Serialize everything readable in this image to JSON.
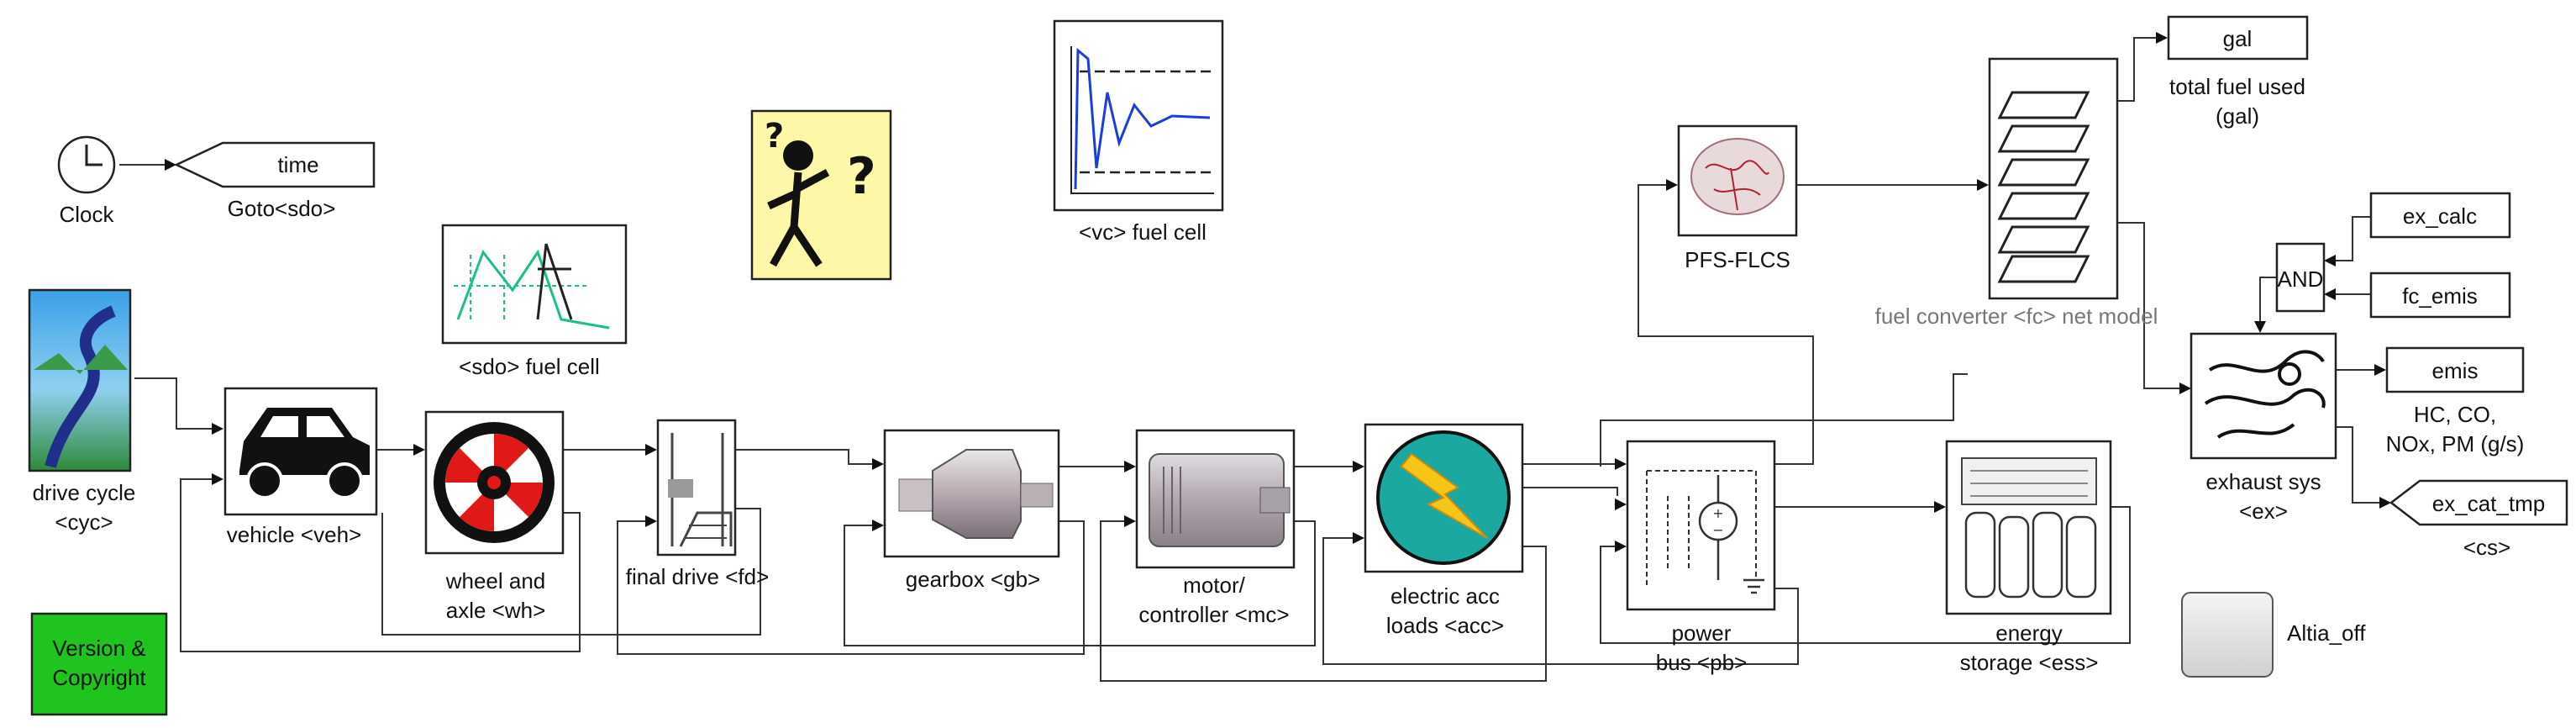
{
  "labels": {
    "clock": "Clock",
    "goto_tag": "time",
    "goto_name": "Goto<sdo>",
    "sdo_fuel_cell": "<sdo> fuel cell",
    "vc_fuel_cell": "<vc> fuel cell",
    "drive_cycle_1": "drive cycle",
    "drive_cycle_2": "<cyc>",
    "vehicle": "vehicle <veh>",
    "wheel_1": "wheel and",
    "wheel_2": "axle <wh>",
    "final_drive": "final drive <fd>",
    "gearbox": "gearbox <gb>",
    "motor_1": "motor/",
    "motor_2": "controller <mc>",
    "acc_1": "electric acc",
    "acc_2": "loads <acc>",
    "pfs": "PFS-FLCS",
    "power_1": "power",
    "power_2": "bus <pb>",
    "energy_1": "energy",
    "energy_2": "storage <ess>",
    "fuel_converter": "fuel converter <fc> net model",
    "gal_block": "gal",
    "total_fuel_1": "total fuel used",
    "total_fuel_2": "(gal)",
    "ex_calc": "ex_calc",
    "and_block": "AND",
    "fc_emis": "fc_emis",
    "emis": "emis",
    "emis_out_1": "HC, CO,",
    "emis_out_2": "NOx, PM (g/s)",
    "exhaust_1": "exhaust sys",
    "exhaust_2": "<ex>",
    "ex_cat_tmp": "ex_cat_tmp",
    "cs": "<cs>",
    "version_1": "Version &",
    "version_2": "Copyright",
    "altia": "Altia_off"
  },
  "colors": {
    "version_bg": "#1fc41f",
    "help_bg": "#fdf7a8",
    "acc_teal": "#1aa8a0",
    "bolt": "#f5c518",
    "wheel_red": "#e01818",
    "scope_line": "#1a3de0"
  }
}
